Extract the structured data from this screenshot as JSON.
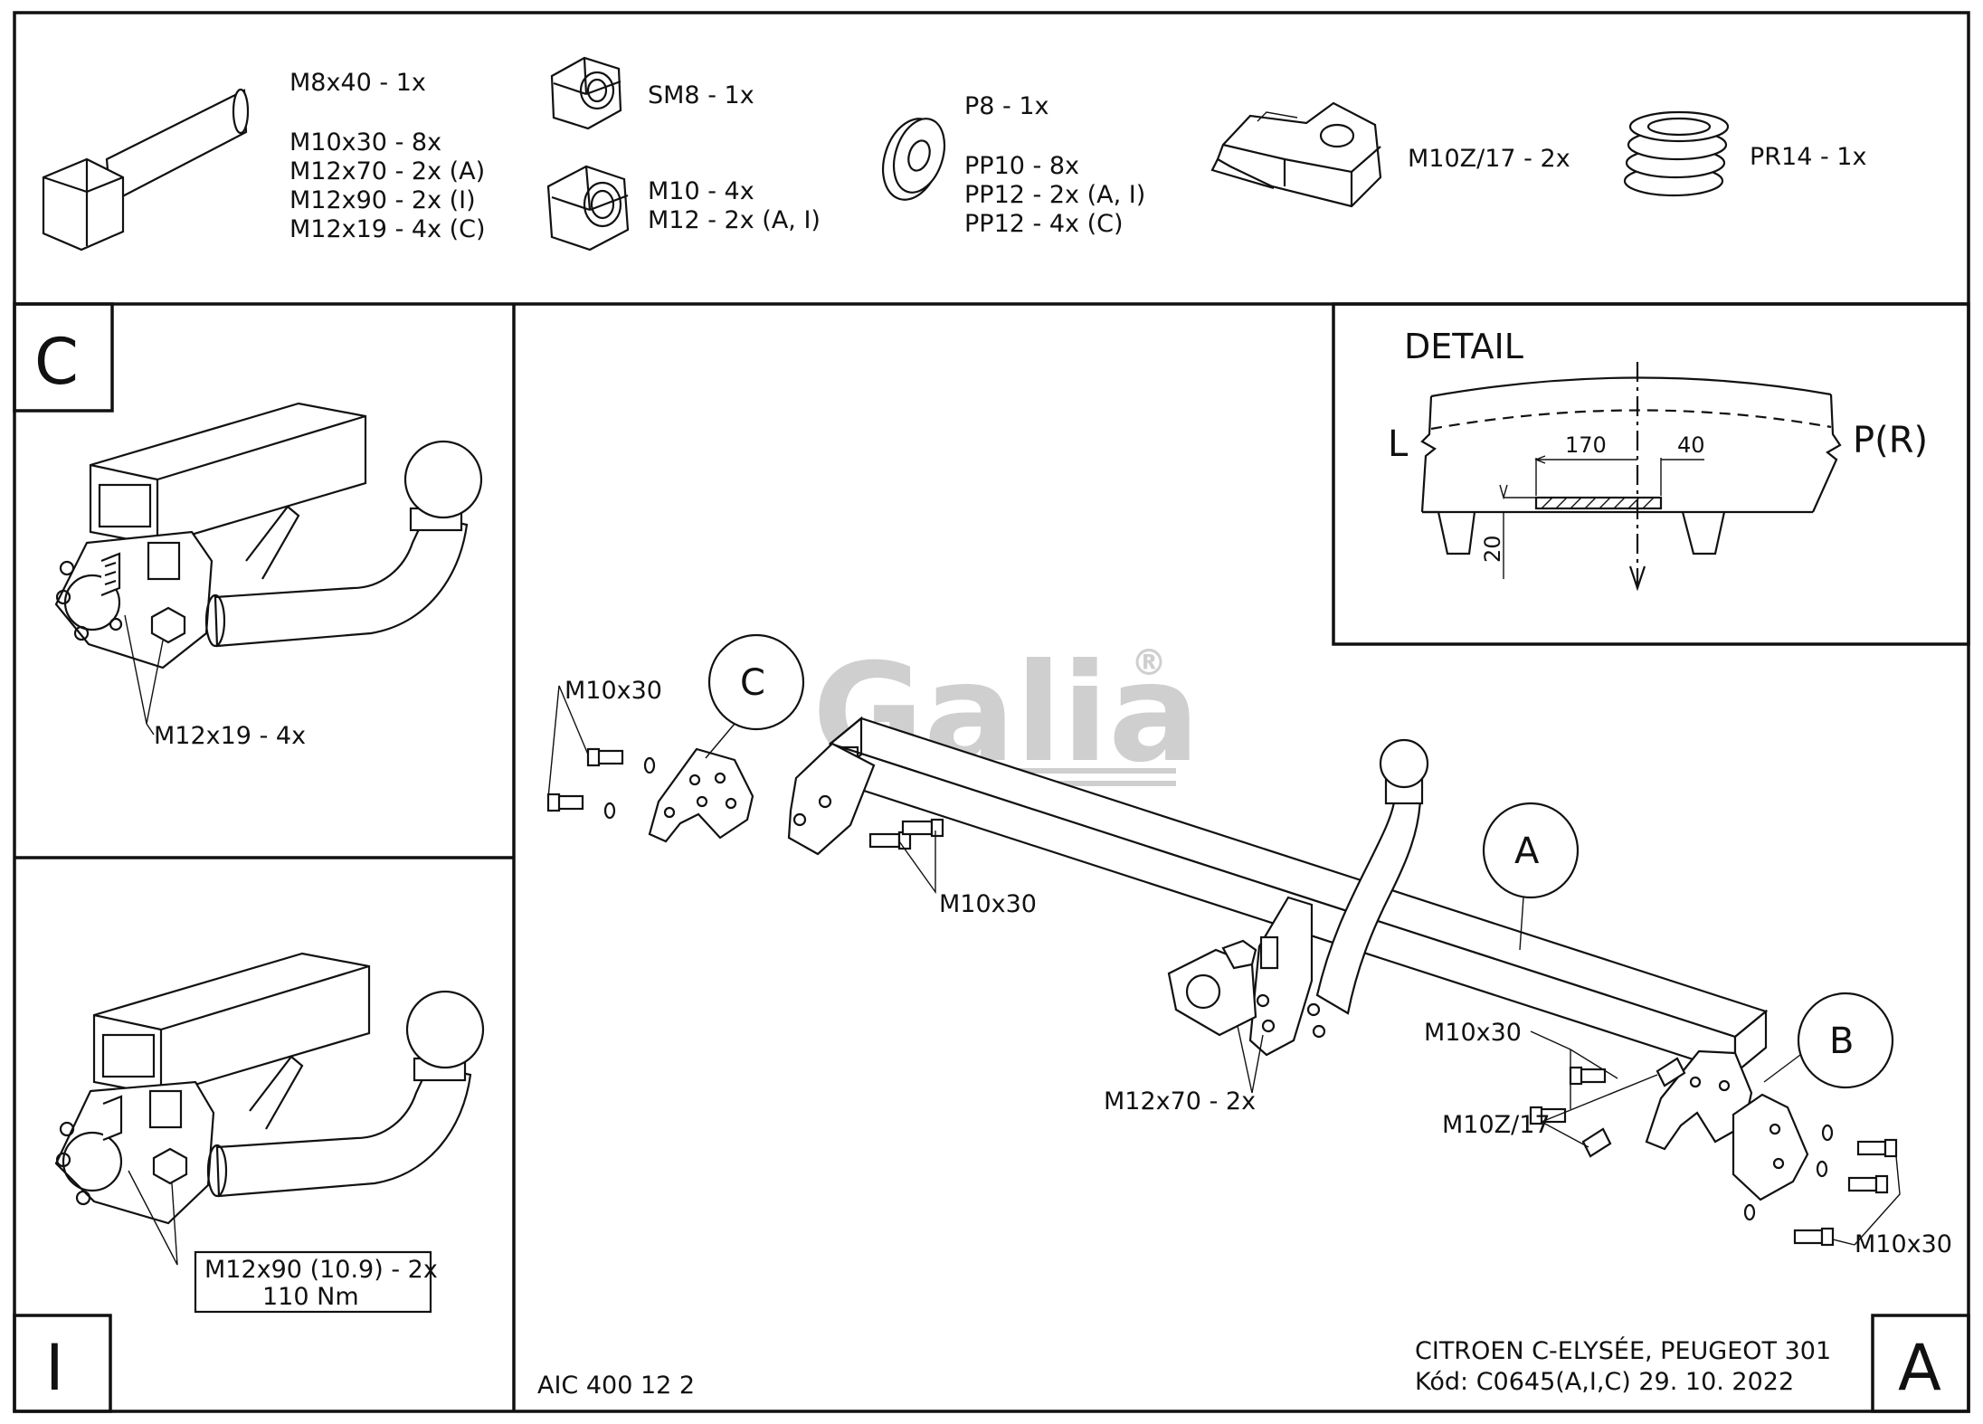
{
  "parts": {
    "bolt": [
      "M8x40 - 1x",
      "M10x30 - 8x",
      "M12x70 - 2x (A)",
      "M12x90 - 2x (I)",
      "M12x19 - 4x (C)"
    ],
    "self_lock_nut": "SM8 - 1x",
    "nut": [
      "M10 - 4x",
      "M12 - 2x (A, I)"
    ],
    "washer": [
      "P8 - 1x",
      "PP10 - 8x",
      "PP12 - 2x (A, I)",
      "PP12 - 4x (C)"
    ],
    "cage_nut": "M10Z/17 - 2x",
    "spring_washer": "PR14 - 1x"
  },
  "panel_c": {
    "letter": "C",
    "bolt_label": "M12x19 - 4x"
  },
  "panel_i": {
    "letter": "I",
    "bolt_label": "M12x90 (10.9) - 2x",
    "torque": "110 Nm"
  },
  "main": {
    "circle_c": "C",
    "circle_a": "A",
    "circle_b": "B",
    "corner_letter": "A",
    "bolt_left_top": "M10x30",
    "bolt_left_bottom": "M10x30",
    "bolt_ball_mount": "M12x70 - 2x",
    "bolt_right_top": "M10x30",
    "cage_nut_label": "M10Z/17",
    "bolt_right_bottom": "M10x30",
    "product_code": "AIC 400 12 2",
    "vehicle": "CITROEN C-ELYSÉE, PEUGEOT 301",
    "kod": "Kód: C0645(A,I,C)  29. 10. 2022",
    "watermark": "Galia",
    "reg_mark": "®"
  },
  "detail": {
    "title": "DETAIL",
    "left_side": "L",
    "right_side": "P(R)",
    "dim_170": "170",
    "dim_40": "40",
    "dim_20": "20"
  }
}
